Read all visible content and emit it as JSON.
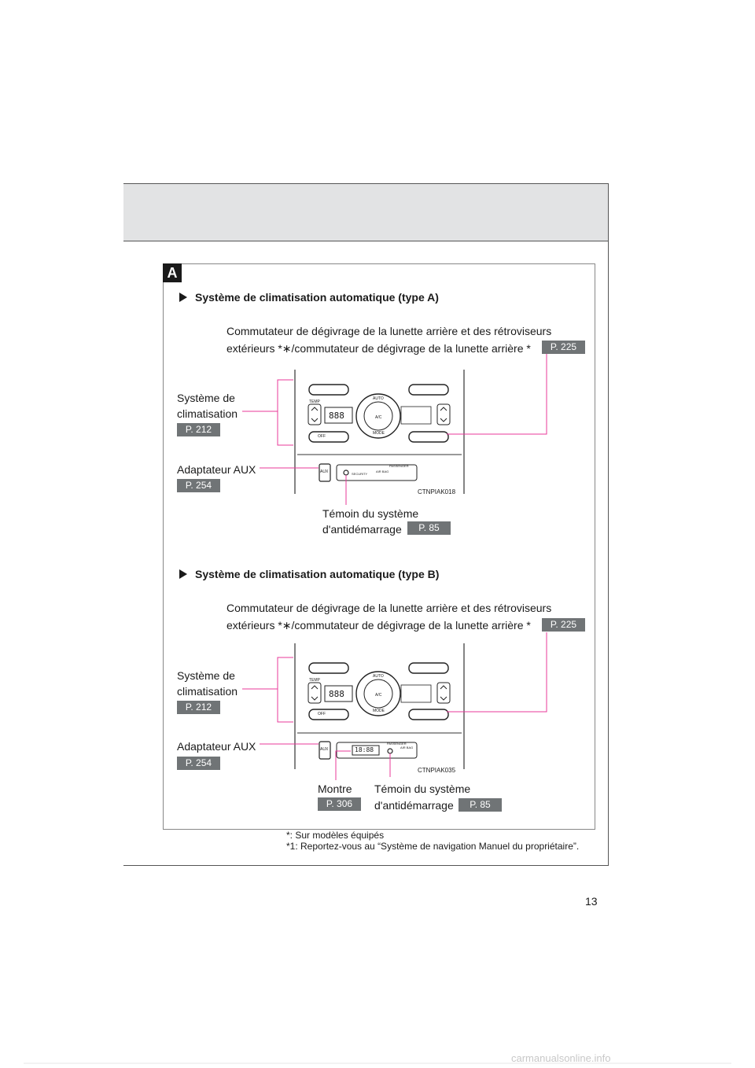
{
  "page_number": "13",
  "section_letter": "A",
  "sections": [
    {
      "title": "Système de climatisation automatique (type A)",
      "defrost": {
        "line1": "Commutateur de dégivrage de la lunette arrière et des rétroviseurs",
        "line2": "extérieurs *∗/commutateur de dégivrage de la lunette arrière *",
        "page": "P. 225"
      },
      "climate": {
        "line1": "Système de",
        "line2": "climatisation",
        "page": "P. 212"
      },
      "aux": {
        "label": "Adaptateur AUX",
        "page": "P. 254"
      },
      "immobilizer": {
        "line1": "Témoin du système",
        "line2": "d'antidémarrage",
        "page": "P. 85"
      },
      "image_code": "CTNPIAK018",
      "panel": {
        "display": "888",
        "auto": "AUTO",
        "ac": "A/C",
        "mode": "MODE",
        "temp": "TEMP",
        "off": "OFF",
        "aux": "AUX",
        "passenger": "PASSENGER",
        "airbag": "AIR BAG",
        "security": "SECURITY"
      }
    },
    {
      "title": "Système de climatisation automatique (type B)",
      "defrost": {
        "line1": "Commutateur de dégivrage de la lunette arrière et des rétroviseurs",
        "line2": "extérieurs *∗/commutateur de dégivrage de la lunette arrière *",
        "page": "P. 225"
      },
      "climate": {
        "line1": "Système de",
        "line2": "climatisation",
        "page": "P. 212"
      },
      "aux": {
        "label": "Adaptateur AUX",
        "page": "P. 254"
      },
      "clock": {
        "label": "Montre",
        "page": "P. 306"
      },
      "immobilizer": {
        "line1": "Témoin du système",
        "line2": "d'antidémarrage",
        "page": "P. 85"
      },
      "image_code": "CTNPIAK035",
      "panel": {
        "display": "888",
        "clock_display": "18:88",
        "auto": "AUTO",
        "ac": "A/C",
        "mode": "MODE",
        "temp": "TEMP",
        "off": "OFF",
        "aux": "AUX",
        "passenger": "PASSENGER",
        "airbag": "AIR BAG"
      }
    }
  ],
  "footnotes": {
    "note1": "*: Sur modèles équipés",
    "note2": "*1: Reportez-vous au “Système de navigation Manuel du propriétaire”."
  },
  "colors": {
    "leader": "#e8389a",
    "badge": "#707476",
    "header_band": "#e2e3e4"
  },
  "watermark": "carmanualsonline.info"
}
